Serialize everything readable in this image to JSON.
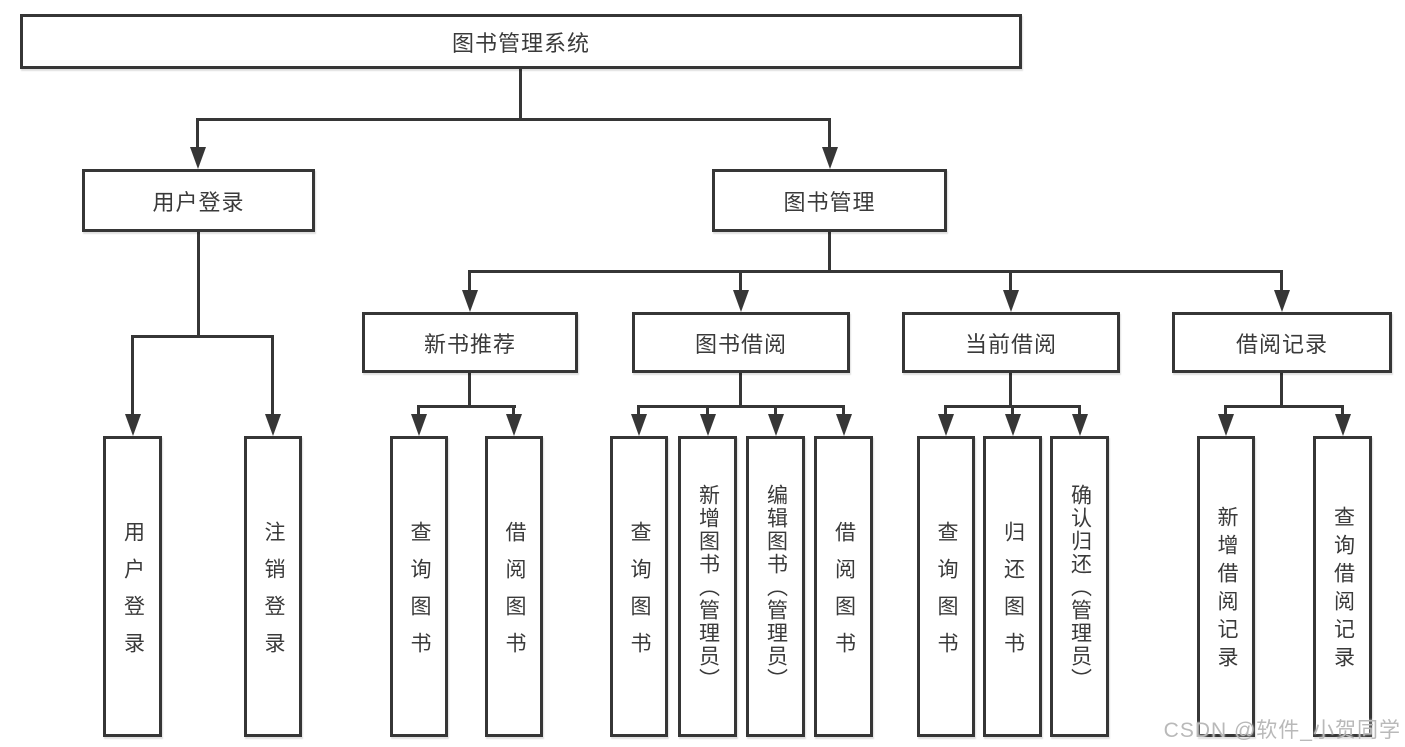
{
  "diagram_title": "图书管理系统",
  "tree": {
    "label": "图书管理系统",
    "children": [
      {
        "label": "用户登录",
        "children": [
          {
            "label": "用户登录"
          },
          {
            "label": "注销登录"
          }
        ]
      },
      {
        "label": "图书管理",
        "children": [
          {
            "label": "新书推荐",
            "children": [
              {
                "label": "查询图书"
              },
              {
                "label": "借阅图书"
              }
            ]
          },
          {
            "label": "图书借阅",
            "children": [
              {
                "label": "查询图书"
              },
              {
                "label": "新增图书（管理员）"
              },
              {
                "label": "编辑图书（管理员）"
              },
              {
                "label": "借阅图书"
              }
            ]
          },
          {
            "label": "当前借阅",
            "children": [
              {
                "label": "查询图书"
              },
              {
                "label": "归还图书"
              },
              {
                "label": "确认归还（管理员）"
              }
            ]
          },
          {
            "label": "借阅记录",
            "children": [
              {
                "label": "新增借阅记录"
              },
              {
                "label": "查询借阅记录"
              }
            ]
          }
        ]
      }
    ]
  },
  "watermark": "CSDN @软件_小贺同学",
  "colors": {
    "line": "#363636",
    "box_border": "#363636",
    "box_fill": "#ffffff",
    "text": "#3a3a3a",
    "background": "#ffffff",
    "watermark": "#b9b9b9"
  }
}
